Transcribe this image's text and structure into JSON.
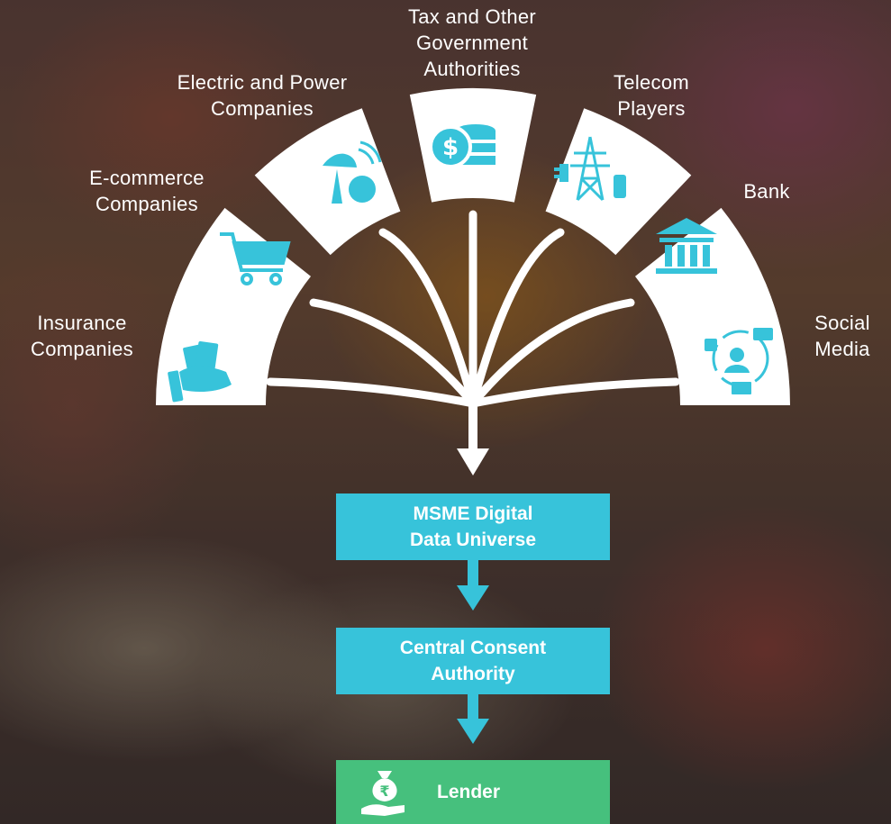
{
  "sources": {
    "insurance": {
      "label": "Insurance\nCompanies",
      "icon": "cash-hand-icon"
    },
    "ecommerce": {
      "label": "E-commerce\nCompanies",
      "icon": "shopping-cart-icon"
    },
    "electric": {
      "label": "Electric and Power\nCompanies",
      "icon": "satellite-globe-icon"
    },
    "tax": {
      "label": "Tax and Other\nGovernment\nAuthorities",
      "icon": "coin-stack-icon"
    },
    "telecom": {
      "label": "Telecom\nPlayers",
      "icon": "power-tower-icon"
    },
    "bank": {
      "label": "Bank",
      "icon": "bank-building-icon"
    },
    "social": {
      "label": "Social\nMedia",
      "icon": "social-network-icon"
    }
  },
  "flow": {
    "msme": "MSME Digital\nData Universe",
    "consent": "Central Consent\nAuthority",
    "lender": "Lender",
    "lender_icon": "money-bag-hand-icon"
  },
  "colors": {
    "accent_blue": "#37c3da",
    "accent_green": "#46c07d",
    "tile": "#ffffff",
    "arrow": "#ffffff"
  }
}
